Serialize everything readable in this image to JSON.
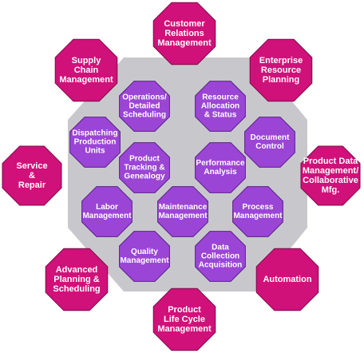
{
  "colors": {
    "outer_fill": "#d0117a",
    "outer_stroke": "#7a0a45",
    "inner_fill": "#9b45d6",
    "inner_stroke": "#5a2088",
    "background_shape": "#c8c8cc",
    "outer_text": "#ffffff",
    "inner_text": "#ffffff"
  },
  "outer_nodes": [
    {
      "id": "customer-relations",
      "lines": [
        "Customer",
        "Relations",
        "Management"
      ]
    },
    {
      "id": "supply-chain",
      "lines": [
        "Supply",
        "Chain",
        "Management"
      ]
    },
    {
      "id": "enterprise-resource",
      "lines": [
        "Enterprise",
        "Resource",
        "Planning"
      ]
    },
    {
      "id": "service-repair",
      "lines": [
        "Service",
        "&",
        "Repair"
      ]
    },
    {
      "id": "product-data",
      "lines": [
        "Product Data",
        "Management/",
        "Collaborative",
        "Mfg."
      ]
    },
    {
      "id": "advanced-planning",
      "lines": [
        "Advanced",
        "Planning &",
        "Scheduling"
      ]
    },
    {
      "id": "automation",
      "lines": [
        "Automation"
      ]
    },
    {
      "id": "product-life-cycle",
      "lines": [
        "Product",
        "Life Cycle",
        "Management"
      ]
    }
  ],
  "inner_nodes": [
    {
      "id": "operations-scheduling",
      "lines": [
        "Operations/",
        "Detailed",
        "Scheduling"
      ]
    },
    {
      "id": "resource-allocation",
      "lines": [
        "Resource",
        "Allocation",
        "& Status"
      ]
    },
    {
      "id": "dispatching",
      "lines": [
        "Dispatching",
        "Production",
        "Units"
      ]
    },
    {
      "id": "document-control",
      "lines": [
        "Document",
        "Control"
      ]
    },
    {
      "id": "product-tracking",
      "lines": [
        "Product",
        "Tracking &",
        "Genealogy"
      ]
    },
    {
      "id": "performance-analysis",
      "lines": [
        "Performance",
        "Analysis"
      ]
    },
    {
      "id": "labor-management",
      "lines": [
        "Labor",
        "Management"
      ]
    },
    {
      "id": "maintenance-management",
      "lines": [
        "Maintenance",
        "Management"
      ]
    },
    {
      "id": "process-management",
      "lines": [
        "Process",
        "Management"
      ]
    },
    {
      "id": "quality-management",
      "lines": [
        "Quality",
        "Management"
      ]
    },
    {
      "id": "data-collection",
      "lines": [
        "Data",
        "Collection",
        "Acquisition"
      ]
    }
  ]
}
